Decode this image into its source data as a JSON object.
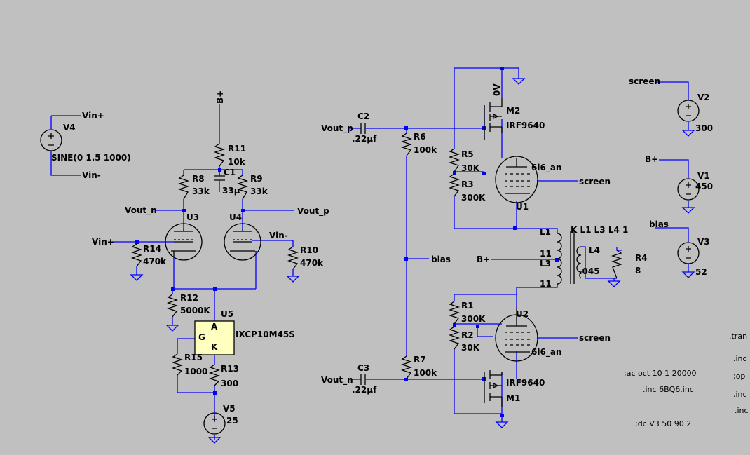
{
  "labels": {
    "vin_plus_top": "Vin+",
    "v4": "V4",
    "v4_value": "SINE(0 1.5 1000)",
    "vin_minus_top": "Vin-",
    "bplus_rail": "B+",
    "r11": "R11",
    "r11_val": "10k",
    "c1": "C1",
    "c1_val": "33µ",
    "r8": "R8",
    "r8_val": "33k",
    "r9": "R9",
    "r9_val": "33k",
    "vout_n_left": "Vout_n",
    "vout_p_right": "Vout_p",
    "u3": "U3",
    "u4": "U4",
    "vin_plus_left": "Vin+",
    "vin_minus_right": "Vin-",
    "r14": "R14",
    "r14_val": "470k",
    "r10": "R10",
    "r10_val": "470k",
    "r12": "R12",
    "r12_val": "5000K",
    "u5": "U5",
    "pin_a": "A",
    "pin_g": "G",
    "pin_k": "K",
    "u5_part": "IXCP10M45S",
    "r15": "R15",
    "r15_val": "1000",
    "r13": "R13",
    "r13_val": "300",
    "v5": "V5",
    "v5_val": "25",
    "c2": "C2",
    "c2_val": ".22µf",
    "vout_p_mid": "Vout_p",
    "r6": "R6",
    "r6_val": "100k",
    "bias_mid": "bias",
    "r7": "R7",
    "r7_val": "100k",
    "c3": "C3",
    "c3_val": ".22µf",
    "vout_n_mid": "Vout_n",
    "m2": "M2",
    "m2_part": "IRF9640",
    "ov": "0V",
    "r5": "R5",
    "r5_val": "30K",
    "r3": "R3",
    "r3_val": "300K",
    "u1": "U1",
    "u1_part": "6l6_an",
    "screen_u1": "screen",
    "l1": "L1",
    "k_stmt": "K L1 L3 L4 1",
    "l1_val": "11",
    "l3": "L3",
    "l3_val": "11",
    "l4": "L4",
    "l4_val": ".045",
    "r4": "R4",
    "r4_val": "8",
    "bplus_xfmr": "B+",
    "r1": "R1",
    "r1_val": "300K",
    "r2": "R2",
    "r2_val": "30K",
    "u2": "U2",
    "u2_part": "6l6_an",
    "screen_u2": "screen",
    "m1_part": "IRF9640",
    "m1": "M1",
    "screen_v2": "screen",
    "v2": "V2",
    "v2_val": "300",
    "bplus_v1": "B+",
    "v1": "V1",
    "v1_val": "450",
    "bias_v3": "bias",
    "v3": "V3",
    "v3_val": "52",
    "dir_ac": ";ac oct 10 1 20000",
    "dir_inc": ".inc 6BQ6.inc",
    "dir_dc": ";dc V3 50 90 2",
    "dir_tran": ".tran",
    "dir_inc2": ".inc",
    "dir_op": ";op",
    "dir_inc3": ".inc",
    "dir_inc4": ".inc"
  }
}
